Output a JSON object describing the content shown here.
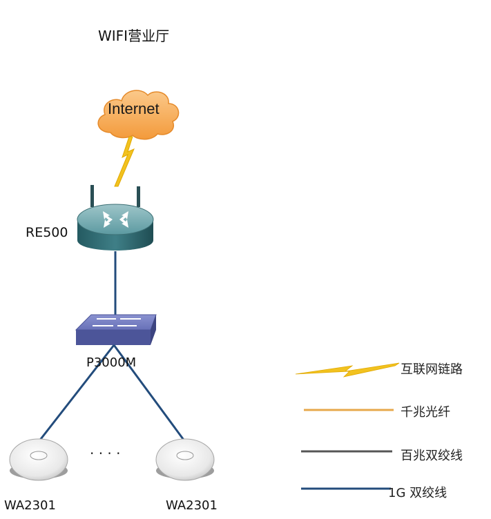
{
  "title": "WIFI营业厅",
  "nodes": {
    "internet": "Internet",
    "router": "RE500",
    "switch": "P3000M",
    "ap_left": "WA2301",
    "ap_right": "WA2301",
    "ellipsis": "· · · ·"
  },
  "legend": [
    {
      "label": "互联网链路",
      "style": "lightning",
      "color": "#f2c21f"
    },
    {
      "label": "千兆光纤",
      "style": "line",
      "color": "#e7a84b"
    },
    {
      "label": "百兆双绞线",
      "style": "line",
      "color": "#555555"
    },
    {
      "label": "1G 双绞线",
      "style": "line",
      "color": "#234c7c"
    }
  ],
  "colors": {
    "cloud": "#f6b05e",
    "router": "#3f7f87",
    "switch": "#5a63a8",
    "twisted_1g": "#234c7c"
  }
}
